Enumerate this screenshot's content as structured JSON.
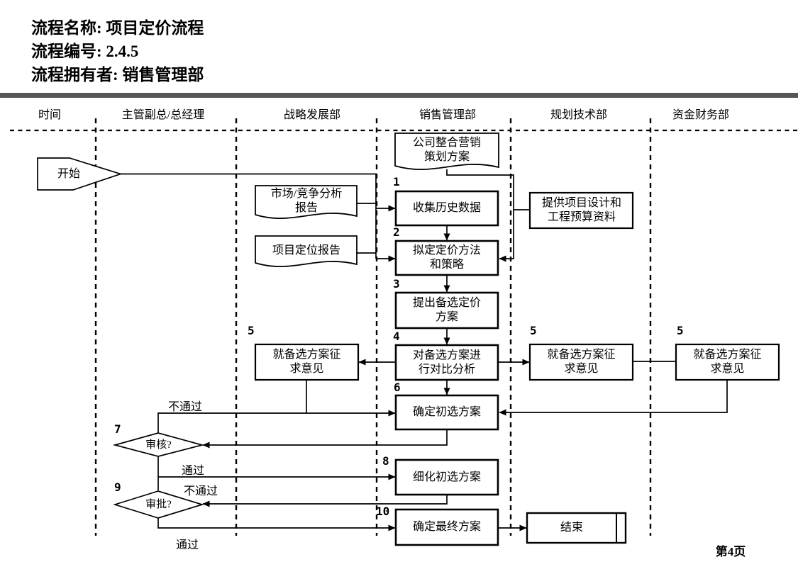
{
  "title_block": {
    "line1": "流程名称: 项目定价流程",
    "line2": "流程编号: 2.4.5",
    "line3": "流程拥有者: 销售管理部"
  },
  "lanes": [
    {
      "label": "时间"
    },
    {
      "label": "主管副总/总经理"
    },
    {
      "label": "战略发展部"
    },
    {
      "label": "销售管理部"
    },
    {
      "label": "规划技术部"
    },
    {
      "label": "资金财务部"
    }
  ],
  "nodes": {
    "start": {
      "label": "开始"
    },
    "doc_marketing_plan": {
      "label": "公司整合营销\n策划方案"
    },
    "doc_market_analysis": {
      "label": "市场/竞争分析\n报告"
    },
    "doc_positioning": {
      "label": "项目定位报告"
    },
    "support_design": {
      "label": "提供项目设计和\n工程预算资料"
    },
    "step1": {
      "num": "1",
      "label": "收集历史数据"
    },
    "step2": {
      "num": "2",
      "label": "拟定定价方法\n和策略"
    },
    "step3": {
      "num": "3",
      "label": "提出备选定价\n方案"
    },
    "step4": {
      "num": "4",
      "label": "对备选方案进\n行对比分析"
    },
    "step5_strategy": {
      "num": "5",
      "label": "就备选方案征\n求意见"
    },
    "step5_planning": {
      "num": "5",
      "label": "就备选方案征\n求意见"
    },
    "step5_finance": {
      "num": "5",
      "label": "就备选方案征\n求意见"
    },
    "step6": {
      "num": "6",
      "label": "确定初选方案"
    },
    "step7": {
      "num": "7",
      "label": "审核?"
    },
    "step8": {
      "num": "8",
      "label": "细化初选方案"
    },
    "step9": {
      "num": "9",
      "label": "审批?"
    },
    "step10": {
      "num": "10",
      "label": "确定最终方案"
    },
    "end": {
      "label": "结束"
    }
  },
  "edge_labels": {
    "fail1": "不通过",
    "pass1": "通过",
    "fail2": "不通过",
    "pass2": "通过"
  },
  "footer": {
    "page": "第4页"
  },
  "colors": {
    "line": "#000000",
    "divider_bar": "#565656",
    "background": "#ffffff"
  }
}
